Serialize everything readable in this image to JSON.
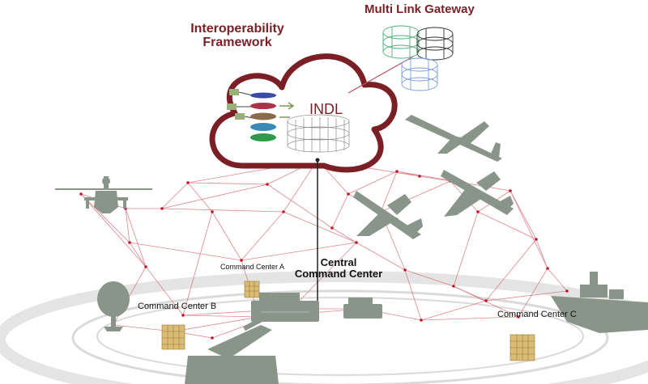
{
  "labels": {
    "framework_line1": "Interoperability",
    "framework_line2": "Framework",
    "gateway": "Multi Link Gateway",
    "indl": "INDL",
    "central_line1": "Central",
    "central_line2": "Command Center",
    "command_a": "Command Center A",
    "command_b": "Command Center B",
    "command_c": "Command Center C"
  },
  "colors": {
    "cloud_stroke": "#7a1f25",
    "network_line": "#d9707a",
    "node": "#c0182a",
    "silhouette": "#8a958a",
    "ring": "#d8d8d8",
    "gateway_green": "#4caf7a",
    "gateway_dark": "#333333",
    "gateway_blue": "#7aa0d8",
    "building": "#c9a24a"
  },
  "icons": {
    "cloud": "cloud-icon",
    "gateway": "data-link-rings-icon",
    "stack": "layer-stack-icon",
    "cylinder": "mesh-cylinder-icon",
    "helicopter": "helicopter-icon",
    "airliner": "airliner-icon",
    "fighter": "fighter-jet-icon",
    "dish": "satellite-dish-icon",
    "ship": "warship-icon",
    "tank": "tank-icon",
    "building": "building-grid-icon",
    "vehicle": "command-vehicle-icon"
  }
}
